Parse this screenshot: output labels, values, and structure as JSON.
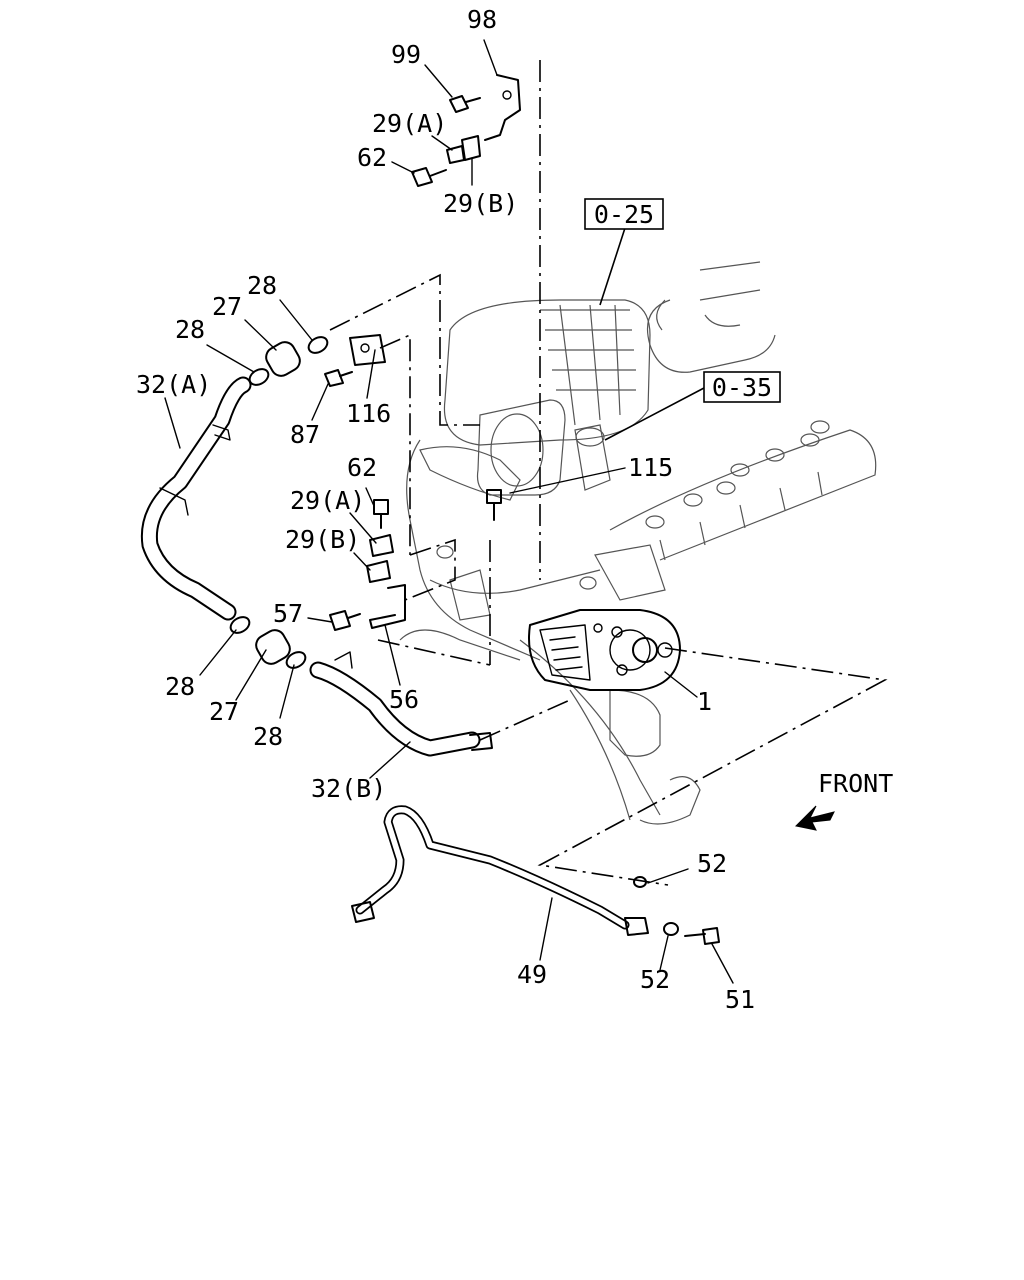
{
  "parts": [
    {
      "id": "p98",
      "number": "98"
    },
    {
      "id": "p99",
      "number": "99"
    },
    {
      "id": "p29a_top",
      "number": "29(A)"
    },
    {
      "id": "p62_top",
      "number": "62"
    },
    {
      "id": "p29b_top",
      "number": "29(B)"
    },
    {
      "id": "p28_a",
      "number": "28"
    },
    {
      "id": "p27_a",
      "number": "27"
    },
    {
      "id": "p28_b",
      "number": "28"
    },
    {
      "id": "p32a",
      "number": "32(A)"
    },
    {
      "id": "p87",
      "number": "87"
    },
    {
      "id": "p116",
      "number": "116"
    },
    {
      "id": "p62_mid",
      "number": "62"
    },
    {
      "id": "p115",
      "number": "115"
    },
    {
      "id": "p29a_mid",
      "number": "29(A)"
    },
    {
      "id": "p29b_mid",
      "number": "29(B)"
    },
    {
      "id": "p57",
      "number": "57"
    },
    {
      "id": "p28_c",
      "number": "28"
    },
    {
      "id": "p27_b",
      "number": "27"
    },
    {
      "id": "p28_d",
      "number": "28"
    },
    {
      "id": "p56",
      "number": "56"
    },
    {
      "id": "p1",
      "number": "1"
    },
    {
      "id": "p32b",
      "number": "32(B)"
    },
    {
      "id": "p52_a",
      "number": "52"
    },
    {
      "id": "p49",
      "number": "49"
    },
    {
      "id": "p52_b",
      "number": "52"
    },
    {
      "id": "p51",
      "number": "51"
    }
  ],
  "references": {
    "ref_0_25": "0-25",
    "ref_0_35": "0-35"
  },
  "front_label": "FRONT"
}
